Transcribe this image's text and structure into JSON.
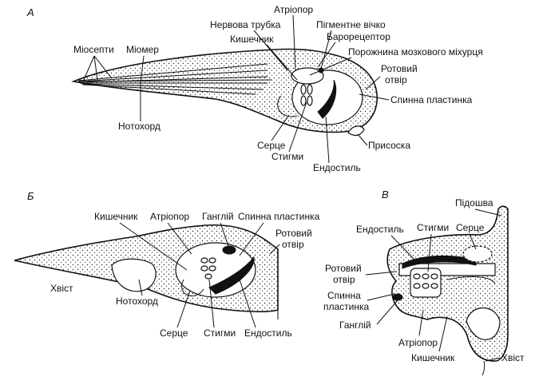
{
  "panels": {
    "a": "А",
    "b": "Б",
    "c": "В"
  },
  "labels_a": {
    "atriopore": "Атріопор",
    "neural_tube": "Нервова трубка",
    "pigment_eye": "Пігментне вічко",
    "gut": "Кишечник",
    "baroreceptor": "Барорецептор",
    "myosepta": "Міосепти",
    "myomere": "Міомер",
    "brain_vesicle": "Порожнина мозкового міхурця",
    "mouth_1": "Ротовий",
    "mouth_2": "отвір",
    "dorsal_plate": "Спинна пластинка",
    "notochord": "Нотохорд",
    "sucker": "Присоска",
    "heart": "Серце",
    "stigmata": "Стигми",
    "endostyle": "Ендостиль"
  },
  "labels_b": {
    "gut": "Кишечник",
    "atriopore": "Атріопор",
    "ganglion": "Ганглій",
    "dorsal_plate": "Спинна пластинка",
    "mouth_1": "Ротовий",
    "mouth_2": "отвір",
    "tail": "Хвіст",
    "notochord": "Нотохорд",
    "heart": "Серце",
    "stigmata": "Стигми",
    "endostyle": "Ендостиль"
  },
  "labels_c": {
    "sole": "Підошва",
    "endostyle": "Ендостиль",
    "stigmata": "Стигми",
    "heart": "Серце",
    "mouth_1": "Ротовий",
    "mouth_2": "отвір",
    "dorsal_1": "Спинна",
    "dorsal_2": "пластинка",
    "ganglion": "Ганглій",
    "atriopore": "Атріопор",
    "gut": "Кишечник",
    "tail": "Хвіст"
  }
}
